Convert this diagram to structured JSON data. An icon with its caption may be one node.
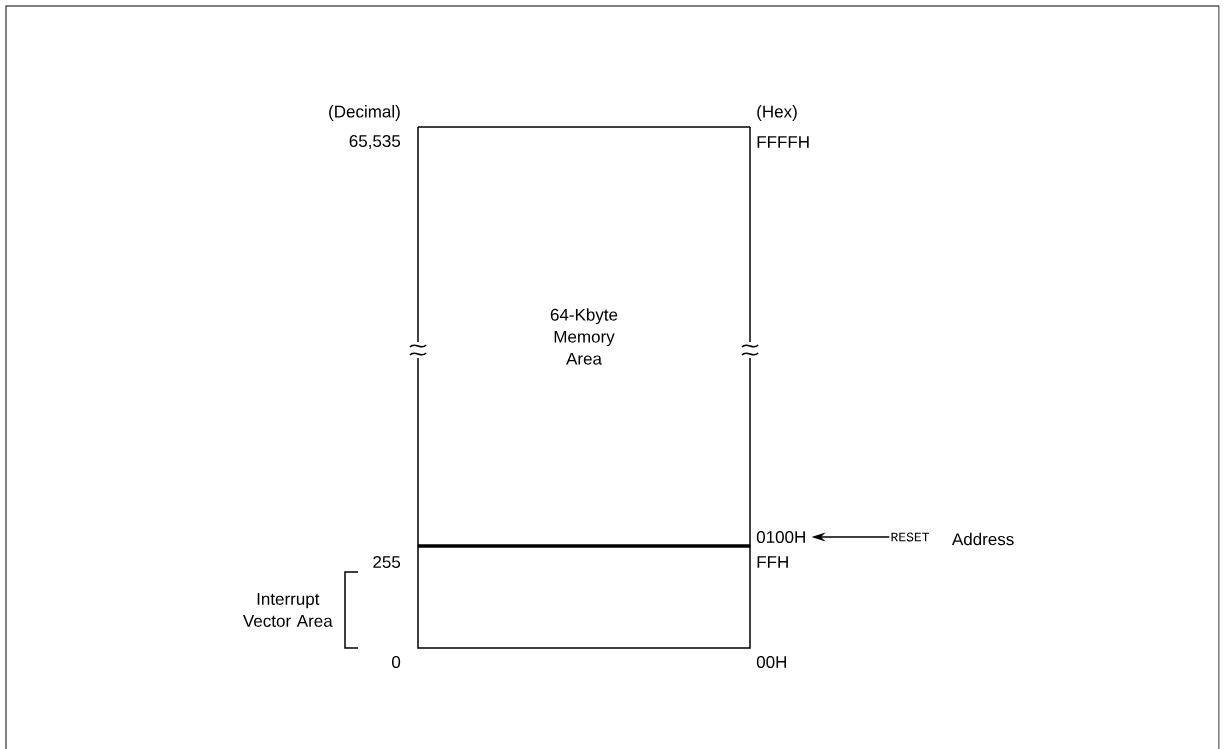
{
  "diagram": {
    "nodes": [
      {
        "text": [
          "64-Kbyte Memory Area"
        ]
      },
      {
        "text": [],
        "shape": "box"
      },
      {
        "text": [
          "RESET"
        ],
        "beside": [
          "Address"
        ]
      },
      {
        "text": [
          "0100H"
        ]
      }
    ],
    "edges": [
      {
        "from": 2,
        "to": 3,
        "arrow": "to"
      }
    ],
    "labels": [
      "(Decimal)",
      "(Hex)",
      "65,535",
      "FFFFH",
      "255",
      "FFH",
      "Interrupt Vector Area",
      "0",
      "00H"
    ]
  }
}
